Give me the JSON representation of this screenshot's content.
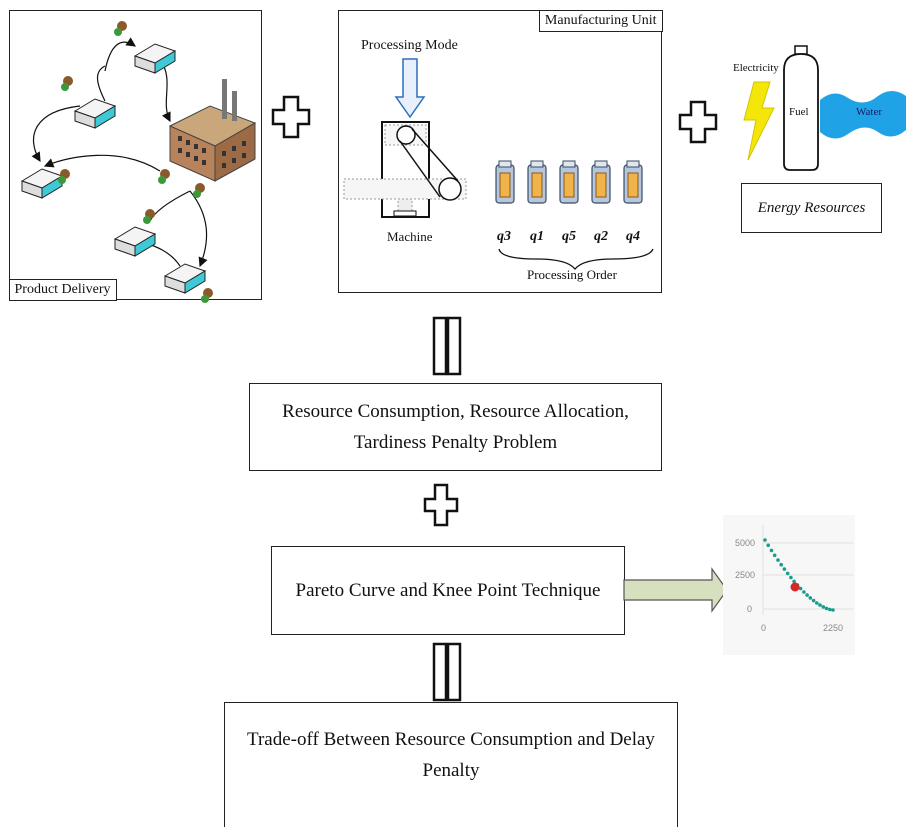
{
  "product_delivery": {
    "label": "Product Delivery"
  },
  "manufacturing": {
    "title": "Manufacturing Unit",
    "processing_mode": "Processing Mode",
    "machine": "Machine",
    "queue": [
      "q3",
      "q1",
      "q5",
      "q2",
      "q4"
    ],
    "processing_order": "Processing Order"
  },
  "energy": {
    "electricity": "Electricity",
    "fuel": "Fuel",
    "water": "Water",
    "label": "Energy Resources"
  },
  "boxes": {
    "problem": "Resource Consumption, Resource Allocation, Tardiness Penalty Problem",
    "pareto": "Pareto Curve and Knee Point Technique",
    "tradeoff": "Trade-off Between Resource Consumption and Delay Penalty"
  },
  "chart_data": {
    "type": "scatter",
    "y_ticks": [
      "5000",
      "2500",
      "0"
    ],
    "x_ticks": [
      "0",
      "2250"
    ],
    "knee_point_color": "#d62728",
    "point_color": "#1a9c8a"
  }
}
